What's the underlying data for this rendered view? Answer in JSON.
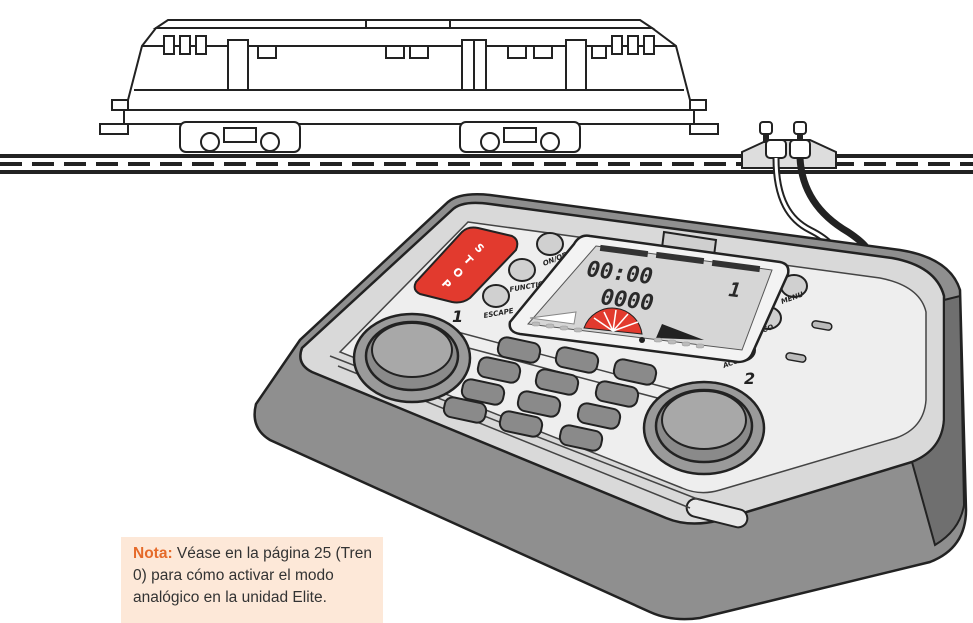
{
  "controller": {
    "stop_letters": [
      "S",
      "T",
      "O",
      "P"
    ],
    "buttons": {
      "on_off": "ON/OFF",
      "function": "FUNCTION",
      "escape": "ESCAPE",
      "menu": "MENU",
      "loco": "LOCO",
      "acc": "ACC"
    },
    "knob_labels": {
      "left": "1",
      "right": "2"
    },
    "display": {
      "time": "00:00",
      "loco_number": "0000",
      "speed_step": "1"
    }
  },
  "note": {
    "label": "Nota:",
    "text": "Véase en la página 25 (Tren 0) para cómo activar el modo analógico en la unidad Elite."
  },
  "colors": {
    "stop_red": "#e23a2e",
    "note_bg": "#fde8d8",
    "note_label": "#e56a2a",
    "body_gray": "#8f8f8f",
    "panel_gray": "#d9d9d9"
  }
}
